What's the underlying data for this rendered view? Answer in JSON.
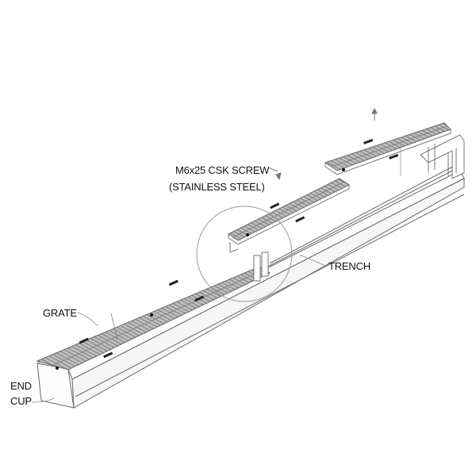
{
  "diagram": {
    "type": "isometric exploded view",
    "subject": "trench drain with grates",
    "labels": {
      "screw_line1": "M6x25 CSK SCREW",
      "screw_line2": "(STAINLESS STEEL)",
      "trench": "TRENCH",
      "grate": "GRATE",
      "end_cup_line1": "END",
      "end_cup_line2": "CUP"
    },
    "colors": {
      "line": "#555555",
      "grate_fill": "#b9b9b9",
      "grate_slot": "#8c8c8c",
      "label_text": "#111111",
      "background": "#ffffff"
    }
  }
}
